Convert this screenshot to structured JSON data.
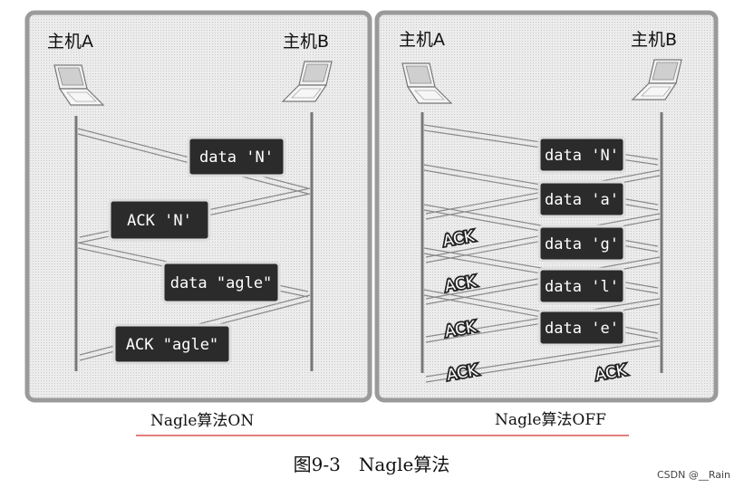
{
  "panels": {
    "left": {
      "host_a": "主机A",
      "host_b": "主机B",
      "messages": [
        "data 'N'",
        "ACK 'N'",
        "data \"agle\"",
        "ACK \"agle\""
      ],
      "caption": "Nagle算法ON"
    },
    "right": {
      "host_a": "主机A",
      "host_b": "主机B",
      "messages": [
        "data 'N'",
        "data 'a'",
        "data 'g'",
        "data 'l'",
        "data 'e'"
      ],
      "acks": [
        "ACK",
        "ACK",
        "ACK",
        "ACK",
        "ACK"
      ],
      "caption": "Nagle算法OFF"
    }
  },
  "figure_title": "图9-3　Nagle算法",
  "watermark": "CSDN @__Rain"
}
